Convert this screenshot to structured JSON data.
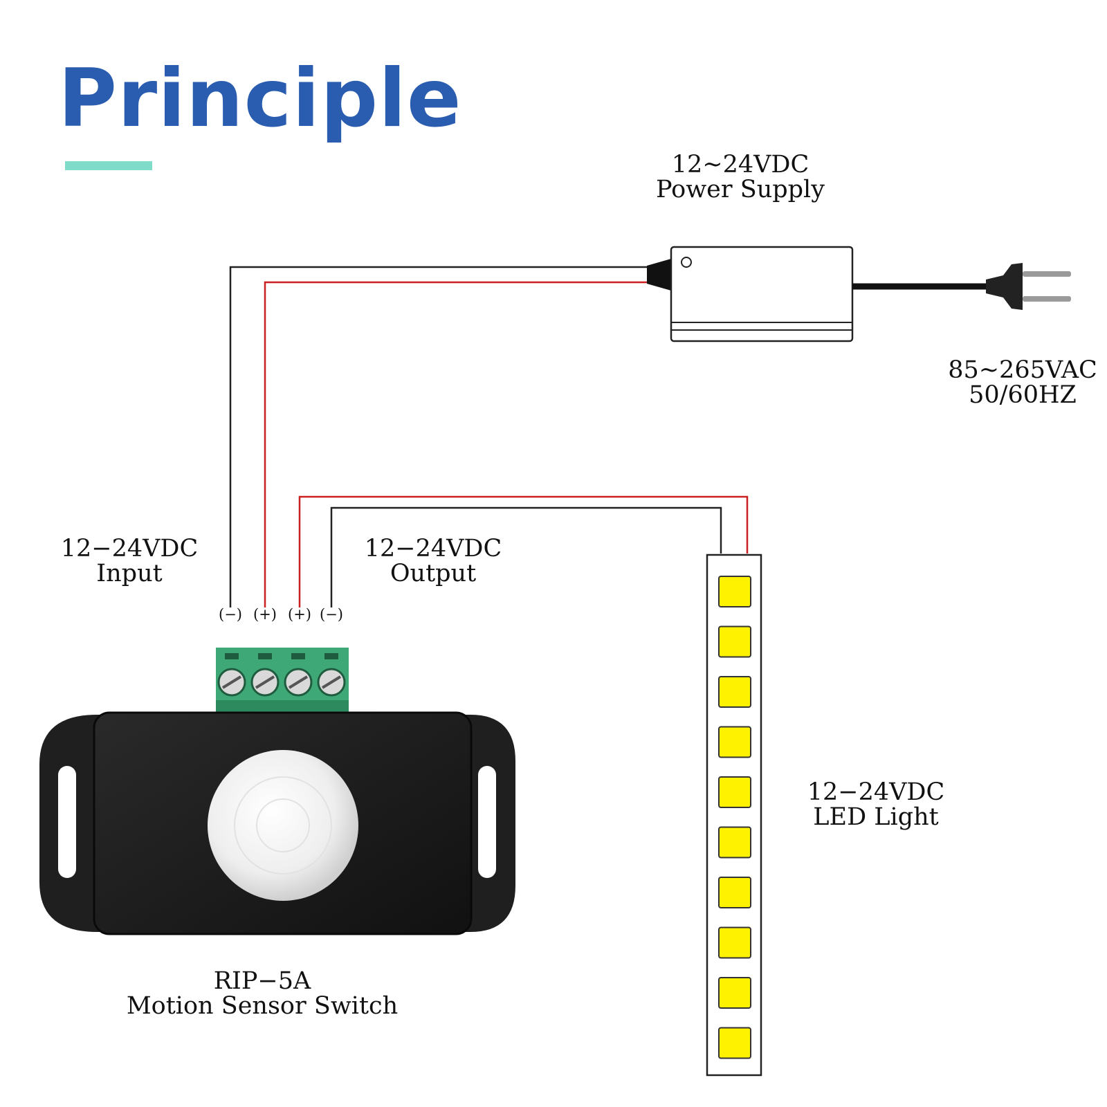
{
  "title": "Principle",
  "colors": {
    "title": "#2a5db0",
    "accent_underline": "#7fdcc8",
    "wire_positive": "#cc1f1f",
    "wire_negative": "#222222",
    "terminal_block": "#3fa877",
    "sensor_body": "#1b1b1b",
    "led_chip": "#fff200"
  },
  "labels": {
    "power_supply": {
      "line1": "12~24VDC",
      "line2": "Power Supply"
    },
    "mains": {
      "line1": "85~265VAC",
      "line2": "50/60HZ"
    },
    "input": {
      "line1": "12−24VDC",
      "line2": "Input"
    },
    "output": {
      "line1": "12−24VDC",
      "line2": "Output"
    },
    "led": {
      "line1": "12−24VDC",
      "line2": "LED Light"
    },
    "sensor": {
      "line1": "RIP−5A",
      "line2": "Motion Sensor Switch"
    }
  },
  "terminals": [
    "(−)",
    "(+)",
    "(+)",
    "(−)"
  ],
  "icons": {
    "power_supply": "power-adapter-icon",
    "plug": "eu-plug-icon",
    "sensor": "pir-motion-sensor-icon",
    "led_strip": "led-strip-icon"
  }
}
